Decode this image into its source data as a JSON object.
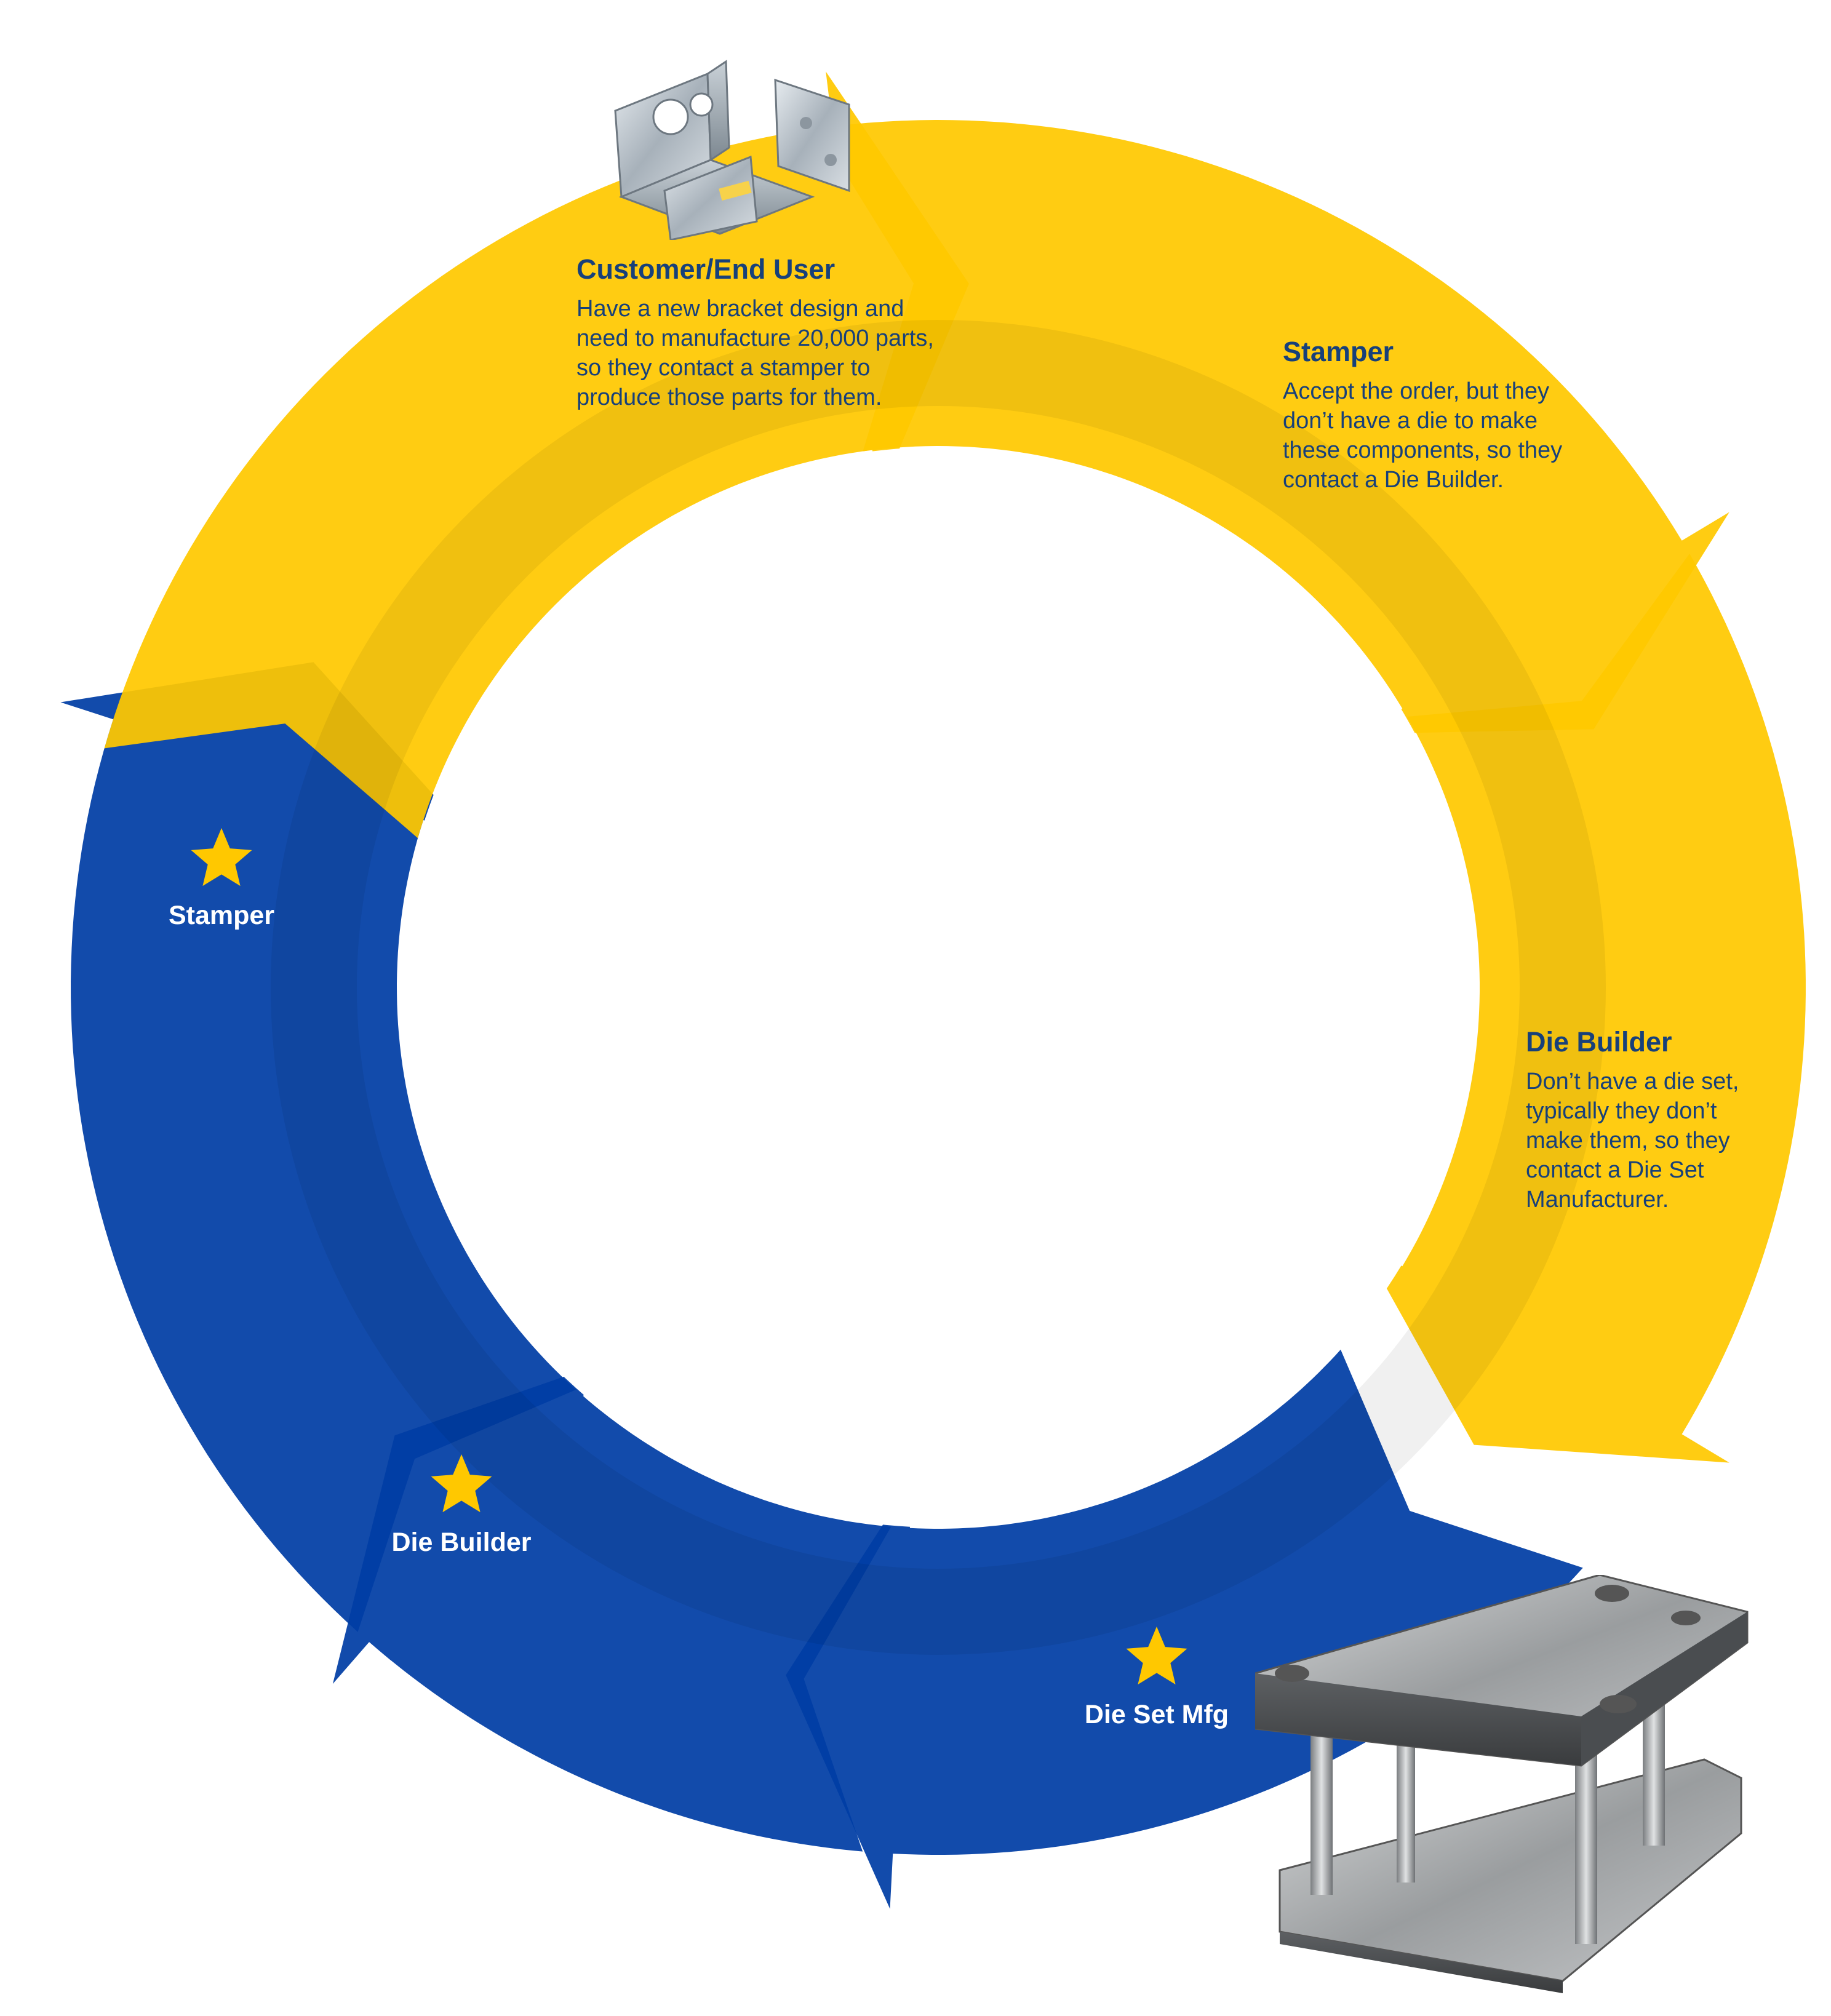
{
  "colors": {
    "yellow": "#ffc800",
    "blue": "#003da5",
    "star": "#ffc800",
    "title_text": "#17407a",
    "label_text": "#ffffff"
  },
  "steps_yellow": [
    {
      "title": "Customer/End User",
      "description": "Have a new bracket design and need to manufacture 20,000 parts, so they contact a stamper to produce those parts for them."
    },
    {
      "title": "Stamper",
      "description": "Accept the order, but they don’t have a die to make these components, so they contact a Die Builder."
    },
    {
      "title": "Die Builder",
      "description": "Don’t have a die set, typically they don’t make them, so they contact a Die Set Manufacturer."
    }
  ],
  "steps_blue": [
    {
      "label": "Stamper",
      "icon": "star-icon"
    },
    {
      "label": "Die Builder",
      "icon": "star-icon"
    },
    {
      "label": "Die Set Mfg",
      "icon": "star-icon"
    }
  ],
  "images": [
    {
      "name": "metal-bracket-image"
    },
    {
      "name": "die-set-image"
    }
  ]
}
